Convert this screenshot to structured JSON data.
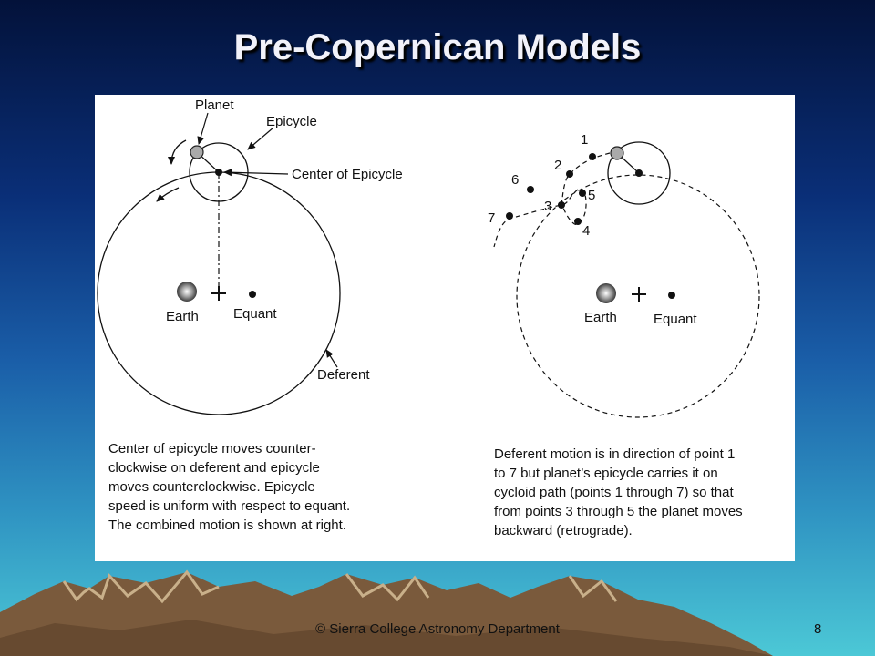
{
  "slide": {
    "title": "Pre-Copernican Models",
    "footer": "© Sierra College Astronomy Department",
    "page_number": "8"
  },
  "left_diagram": {
    "labels": {
      "planet": "Planet",
      "epicycle": "Epicycle",
      "center_of_epicycle": "Center of Epicycle",
      "earth": "Earth",
      "equant": "Equant",
      "deferent": "Deferent"
    },
    "caption_lines": [
      "Center of epicycle moves counter-",
      "clockwise on deferent and epicycle",
      "moves counterclockwise. Epicycle",
      "speed is uniform with respect to equant.",
      "The combined motion is shown at right."
    ]
  },
  "right_diagram": {
    "labels": {
      "earth": "Earth",
      "equant": "Equant"
    },
    "points": [
      "1",
      "2",
      "3",
      "4",
      "5",
      "6",
      "7"
    ],
    "caption_lines": [
      "Deferent motion is in direction of point  1",
      "to 7 but planet’s epicycle carries it on",
      "cycloid path (points 1 through 7) so that",
      "from points 3 through 5 the planet moves",
      "backward (retrograde)."
    ]
  },
  "colors": {
    "background_top": "#03123a",
    "background_bottom": "#4cc8d6",
    "title": "#f2f2fa",
    "mountain": "#7a5a3c",
    "mountain_snow": "#c9b08a"
  }
}
